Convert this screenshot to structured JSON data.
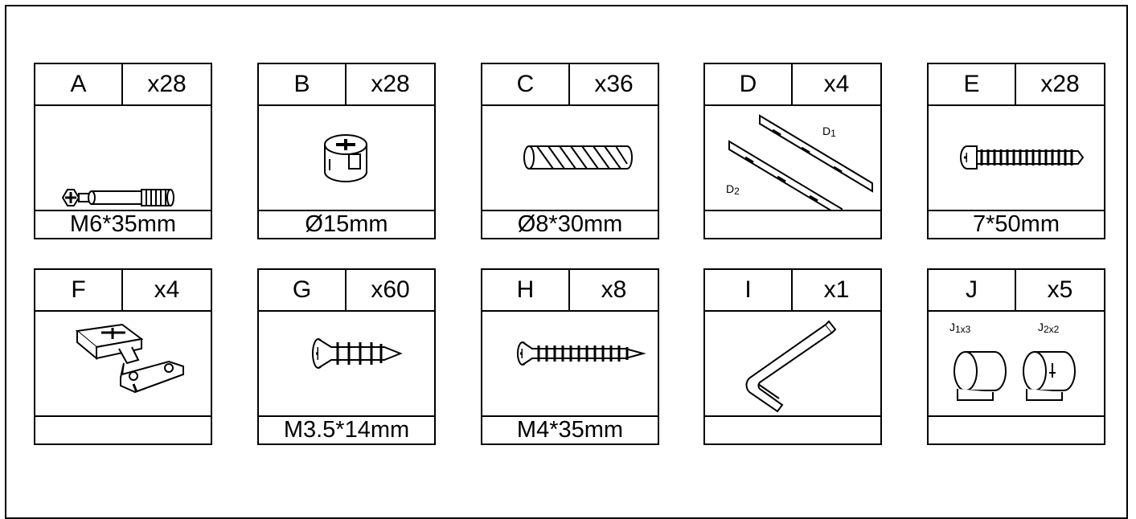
{
  "parts": [
    {
      "letter": "A",
      "qty": "x28",
      "size": "M6*35mm",
      "icon": "cam-bolt-icon"
    },
    {
      "letter": "B",
      "qty": "x28",
      "size": "Ø15mm",
      "icon": "cam-lock-icon"
    },
    {
      "letter": "C",
      "qty": "x36",
      "size": "Ø8*30mm",
      "icon": "wooden-dowel-icon"
    },
    {
      "letter": "D",
      "qty": "x4",
      "size": "",
      "icon": "drawer-slide-icon",
      "labels": {
        "d1": "D",
        "d1_sub": "1",
        "d2": "D",
        "d2_sub": "2"
      }
    },
    {
      "letter": "E",
      "qty": "x28",
      "size": "7*50mm",
      "icon": "confirmat-screw-icon"
    },
    {
      "letter": "F",
      "qty": "x4",
      "size": "",
      "icon": "hinge-icon"
    },
    {
      "letter": "G",
      "qty": "x60",
      "size": "M3.5*14mm",
      "icon": "short-screw-icon"
    },
    {
      "letter": "H",
      "qty": "x8",
      "size": "M4*35mm",
      "icon": "long-screw-icon"
    },
    {
      "letter": "I",
      "qty": "x1",
      "size": "",
      "icon": "hex-key-icon"
    },
    {
      "letter": "J",
      "qty": "x5",
      "size": "",
      "icon": "pipe-clamp-icon",
      "labels": {
        "j1": "J",
        "j1_sub": "1x3",
        "j2": "J",
        "j2_sub": "2x2"
      }
    }
  ]
}
